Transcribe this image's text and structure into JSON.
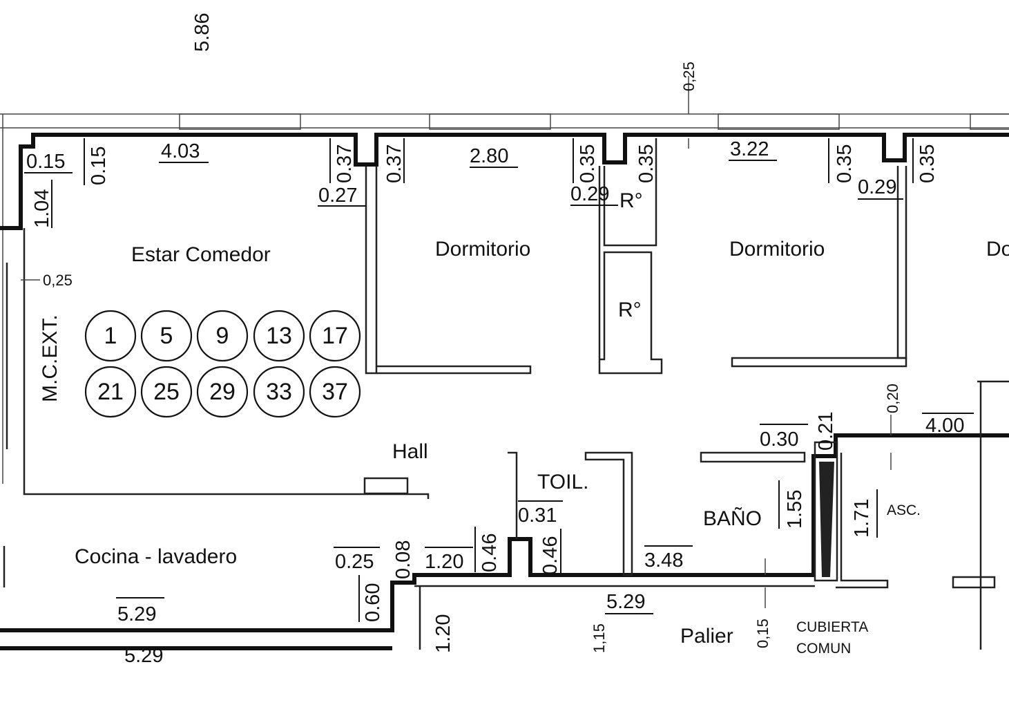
{
  "rooms": {
    "estar": "Estar Comedor",
    "dorm1": "Dormitorio",
    "dorm2": "Dormitorio",
    "dorm3": "Do",
    "hall": "Hall",
    "cocina": "Cocina - lavadero",
    "toil": "TOIL.",
    "bano": "BAÑO",
    "palier": "Palier",
    "asc": "ASC.",
    "ro1": "R°",
    "ro2": "R°",
    "cubierta1": "CUBIERTA",
    "cubierta2": "COMUN",
    "mcext": "M.C.EXT."
  },
  "dimensions": {
    "top_586": "5.86",
    "top_025": "0,25",
    "d015a": "0.15",
    "d015b": "0.15",
    "d104": "1.04",
    "d403": "4.03",
    "d037a": "0.37",
    "d027": "0.27",
    "d037b": "0.37",
    "d280": "2.80",
    "d035a": "0.35",
    "d029a": "0.29",
    "d035b": "0.35",
    "d322": "3.22",
    "d035c": "0.35",
    "d029b": "0.29",
    "d035d": "0.35",
    "d025side": "0,25",
    "d020": "0,20",
    "d400": "4.00",
    "d030": "0.30",
    "d021": "0.21",
    "d155": "1.55",
    "d171": "1.71",
    "d031": "0.31",
    "d046a": "0.46",
    "d046b": "0.46",
    "d120a": "1.20",
    "d348": "3.48",
    "d025b": "0.25",
    "d008": "0.08",
    "d060": "0.60",
    "d529a": "5.29",
    "d529b": "5.29",
    "d529c": "5.29",
    "d120b": "1.20",
    "d015c": "0,15",
    "d15": "1,15"
  },
  "unit_numbers": {
    "row1": [
      "1",
      "5",
      "9",
      "13",
      "17"
    ],
    "row2": [
      "21",
      "25",
      "29",
      "33",
      "37"
    ]
  }
}
